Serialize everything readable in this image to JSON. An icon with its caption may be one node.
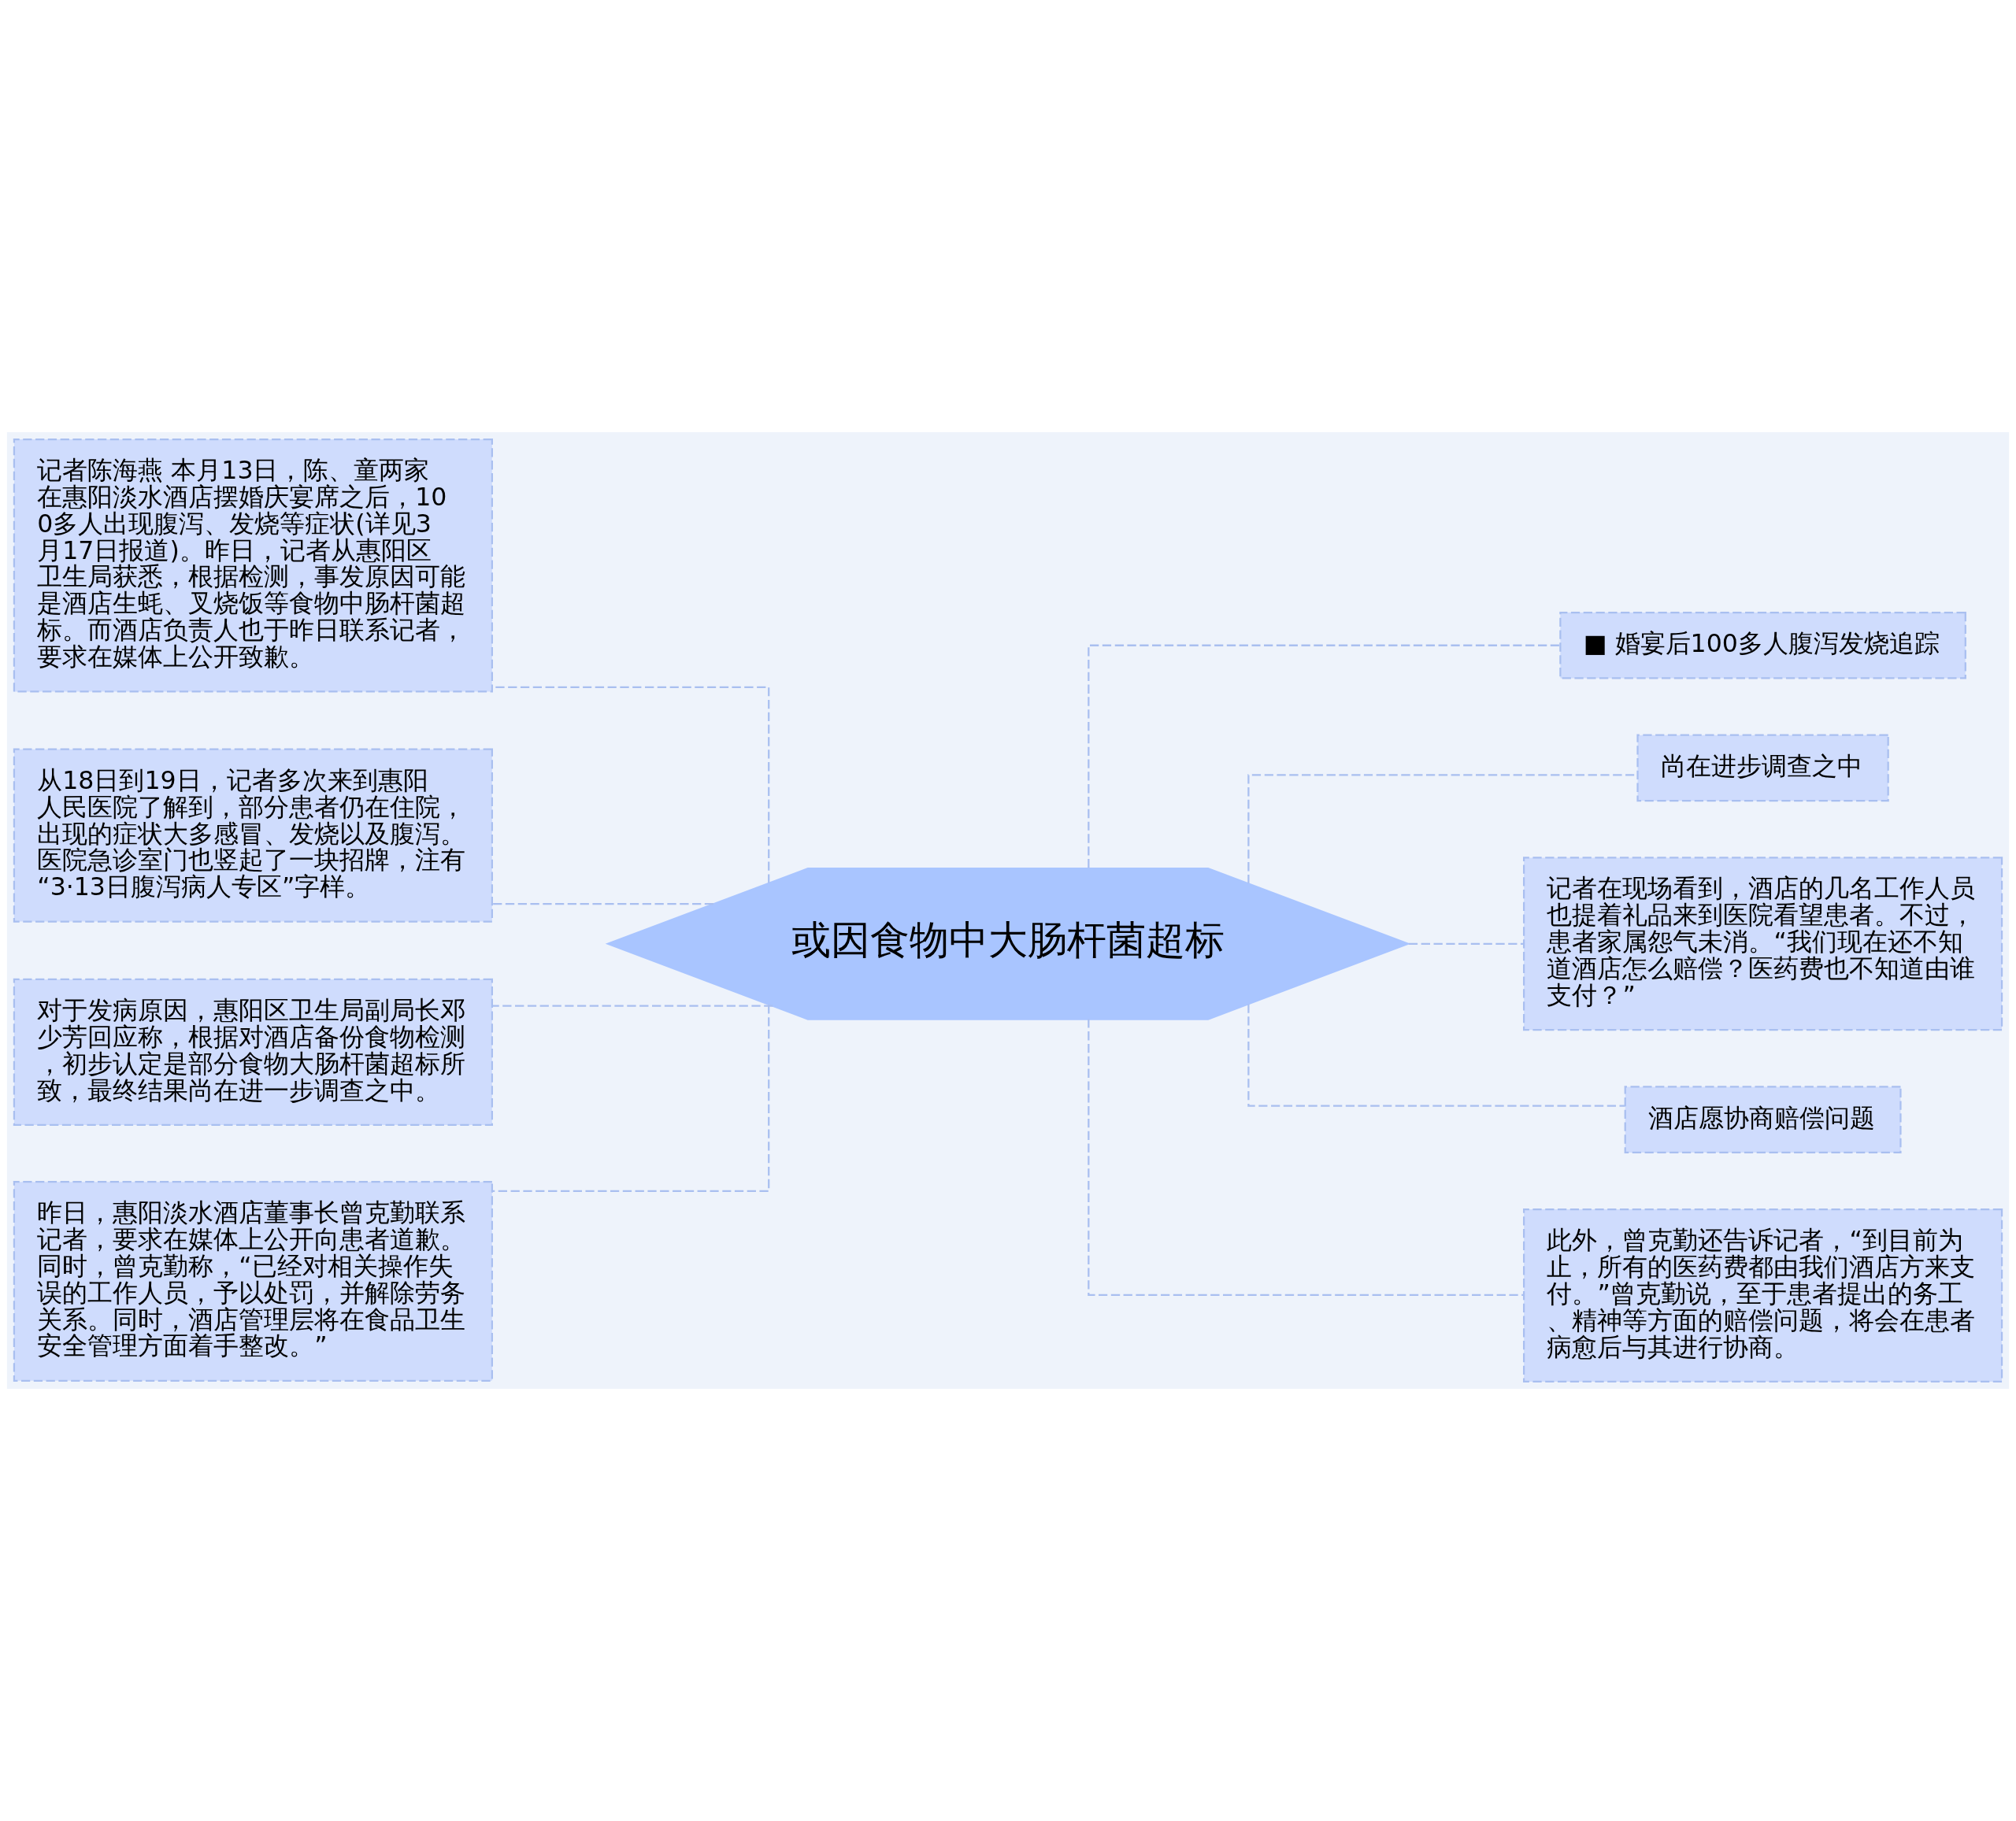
{
  "diagram": {
    "nodes": [
      {
        "text": [
          "或因食物中大肠杆菌超标"
        ]
      },
      {
        "text": [
          "记者陈海燕 本月13日，陈、童两家在惠阳淡水酒店摆婚庆宴席之后，100多人出现腹泻、发烧等症状(详见3月17日报道)。昨日，记者从惠阳区卫生局获悉，根据检测，事发原因可能是酒店生蚝、叉烧饭等食物中肠杆菌超标。而酒店负责人也于昨日联系记者，要求在媒体上公开致歉。"
        ]
      },
      {
        "text": [
          "从18日到19日，记者多次来到惠阳人民医院了解到，部分患者仍在住院，出现的症状大多感冒、发烧以及腹泻。医院急诊室门也竖起了一块招牌，注有“3·13日腹泻病人专区”字样。"
        ]
      },
      {
        "text": [
          "对于发病原因，惠阳区卫生局副局长邓少芳回应称，根据对酒店备份食物检测，初步认定是部分食物大肠杆菌超标所致，最终结果尚在进一步调查之中。"
        ]
      },
      {
        "text": [
          "昨日，惠阳淡水酒店董事长曾克勤联系记者，要求在媒体上公开向患者道歉。同时，曾克勤称，“已经对相关操作失误的工作人员，予以处罚，并解除劳务关系。同时，酒店管理层将在食品卫生安全管理方面着手整改。”"
        ]
      },
      {
        "text": [
          "■ 婚宴后100多人腹泻发烧追踪"
        ]
      },
      {
        "text": [
          "尚在进步调查之中"
        ]
      },
      {
        "text": [
          "记者在现场看到，酒店的几名工作人员也提着礼品来到医院看望患者。不过，患者家属怨气未消。“我们现在还不知道酒店怎么赔偿？医药费也不知道由谁支付？”"
        ]
      },
      {
        "text": [
          "酒店愿协商赔偿问题"
        ]
      },
      {
        "text": [
          "此外，曾克勤还告诉记者，“到目前为止，所有的医药费都由我们酒店方来支付。”曾克勤说，至于患者提出的务工、精神等方面的赔偿问题，将会在患者病愈后与其进行协商。"
        ]
      }
    ],
    "edges": [
      {
        "from": 0,
        "to": 1,
        "arrow": "none",
        "style": "dashed"
      },
      {
        "from": 0,
        "to": 2,
        "arrow": "none",
        "style": "dashed"
      },
      {
        "from": 0,
        "to": 3,
        "arrow": "none",
        "style": "dashed"
      },
      {
        "from": 0,
        "to": 4,
        "arrow": "none",
        "style": "dashed"
      },
      {
        "from": 0,
        "to": 5,
        "arrow": "none",
        "style": "dashed"
      },
      {
        "from": 0,
        "to": 6,
        "arrow": "none",
        "style": "dashed"
      },
      {
        "from": 0,
        "to": 7,
        "arrow": "none",
        "style": "dashed"
      },
      {
        "from": 0,
        "to": 8,
        "arrow": "none",
        "style": "dashed"
      },
      {
        "from": 0,
        "to": 9,
        "arrow": "none",
        "style": "dashed"
      }
    ]
  }
}
